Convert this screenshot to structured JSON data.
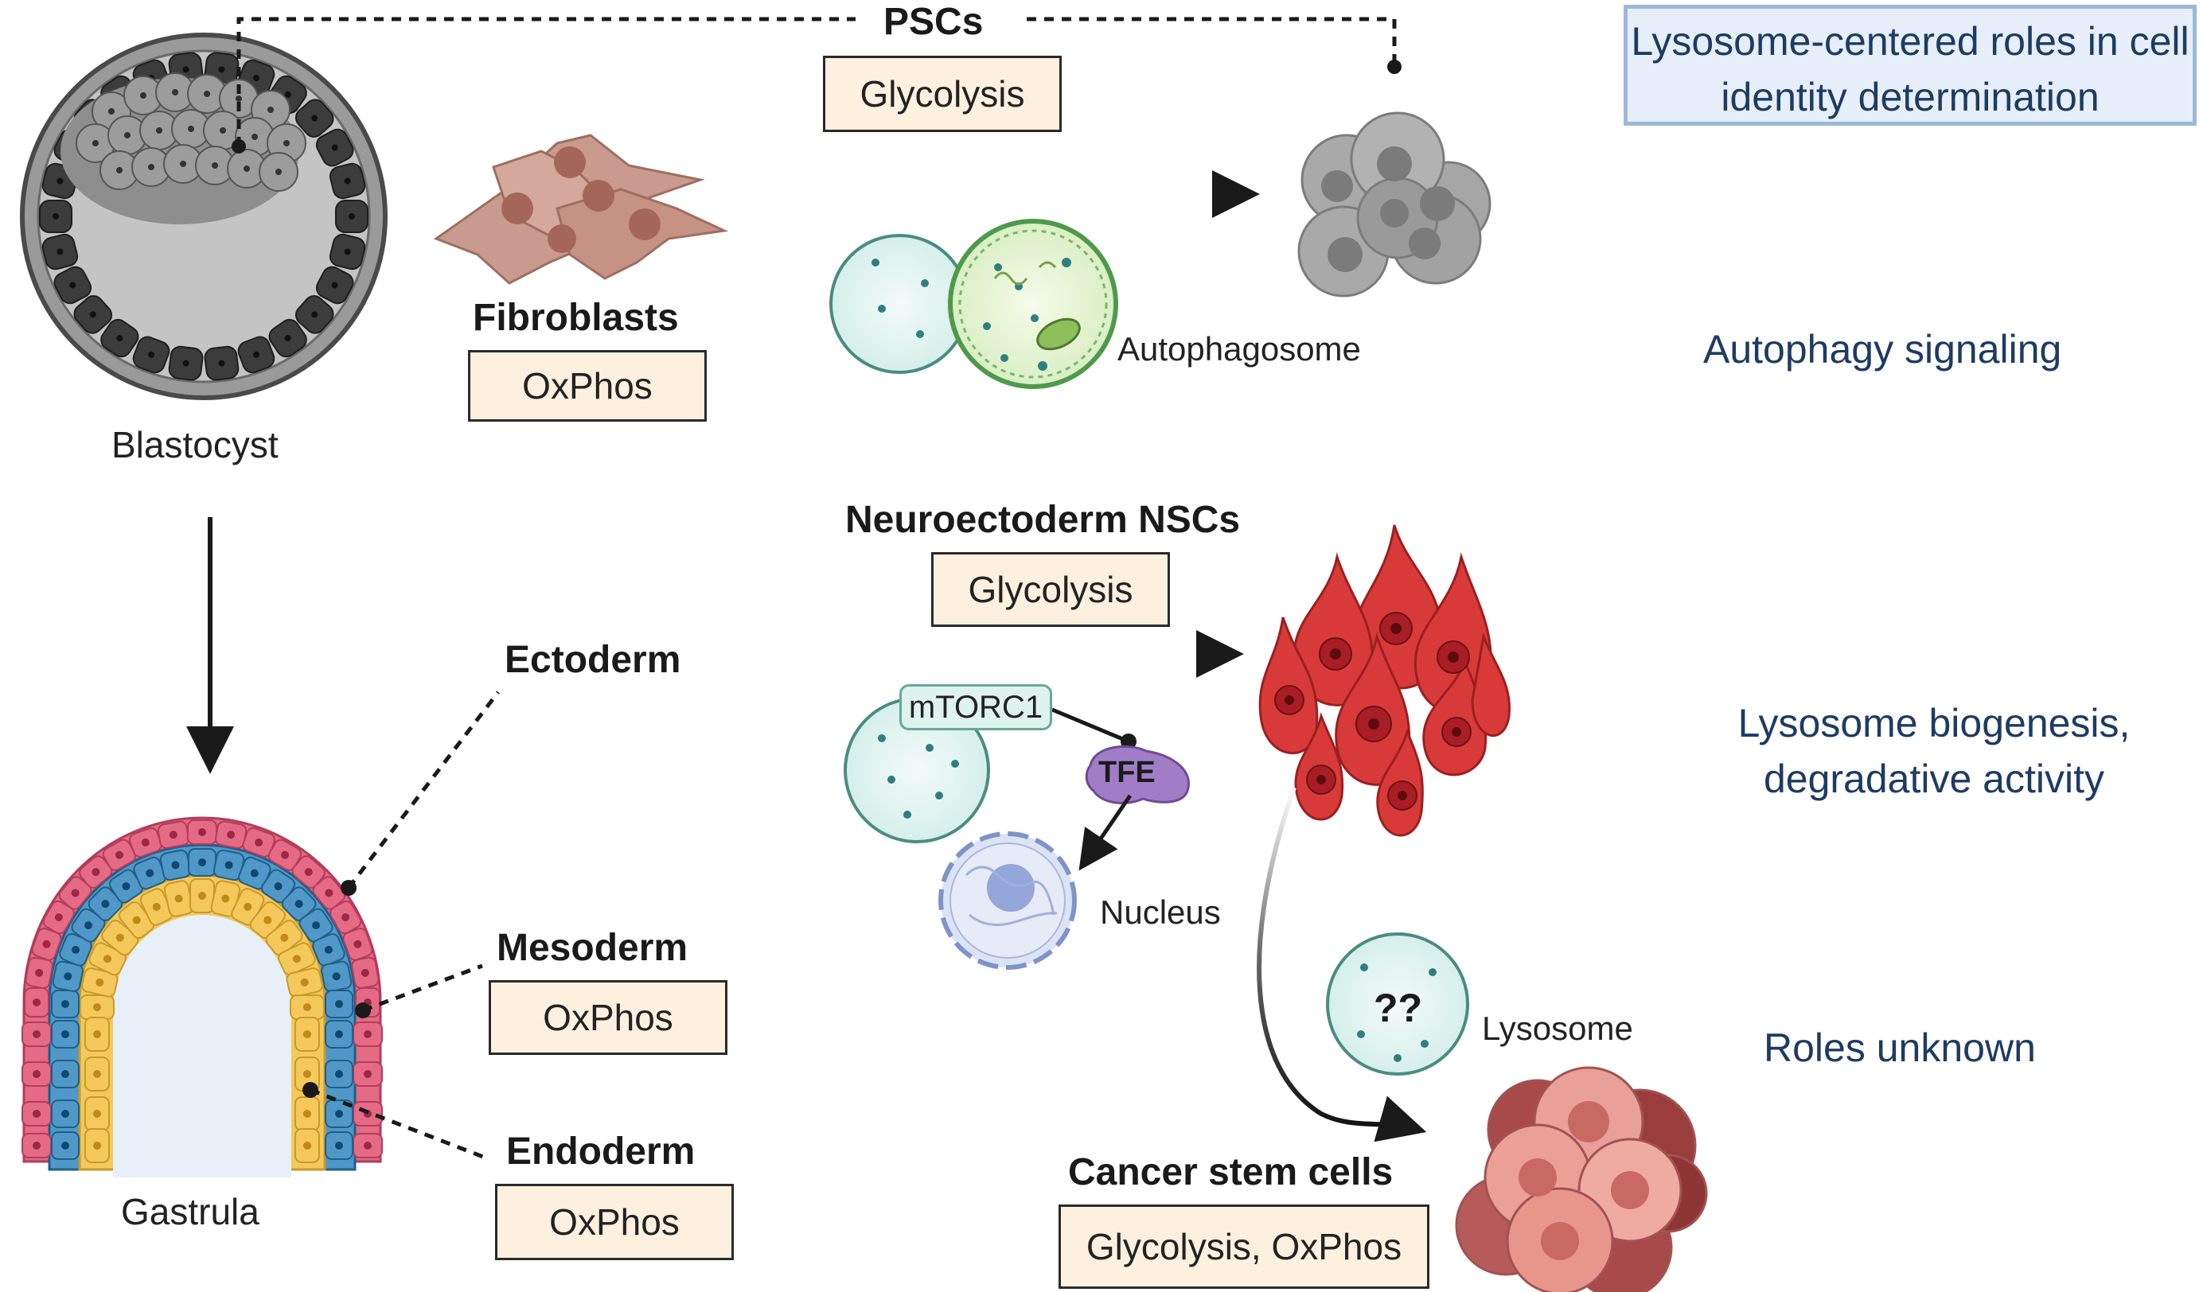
{
  "title": "Lysosome-centered roles in cell identity determination",
  "cells": {
    "blastocyst": "Blastocyst",
    "gastrula": "Gastrula",
    "pscs": "PSCs",
    "fibroblasts": "Fibroblasts",
    "ectoderm": "Ectoderm",
    "mesoderm": "Mesoderm",
    "endoderm": "Endoderm",
    "neuroectoderm": "Neuroectoderm NSCs",
    "cancer": "Cancer stem cells"
  },
  "metabolism": {
    "pscs": "Glycolysis",
    "fibroblasts": "OxPhos",
    "neuroectoderm": "Glycolysis",
    "mesoderm": "OxPhos",
    "endoderm": "OxPhos",
    "cancer": "Glycolysis, OxPhos"
  },
  "organelles": {
    "autophagosome": "Autophagosome",
    "mtorc1": "mTORC1",
    "tfe": "TFE",
    "nucleus": "Nucleus",
    "lysosome": "Lysosome",
    "unknown_mark": "??"
  },
  "roles": {
    "autophagy": "Autophagy signaling",
    "biogenesis_line1": "Lysosome biogenesis,",
    "biogenesis_line2": "degradative activity",
    "unknown": "Roles unknown"
  },
  "colors": {
    "box_fill": "#fdf0df",
    "title_fill": "#e6eef9",
    "role_text": "#1d3b63",
    "ectoderm": "#e0607a",
    "mesoderm": "#4f98c8",
    "endoderm": "#f4c85a",
    "nsc_red": "#d83a3a",
    "cancer_pink": "#e58e86"
  }
}
